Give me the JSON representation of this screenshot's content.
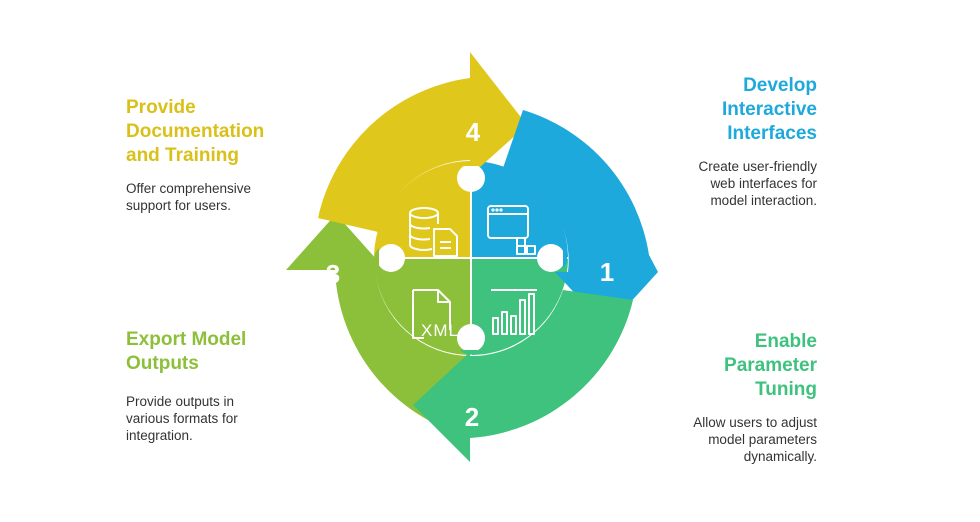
{
  "steps": [
    {
      "number": "1",
      "title_lines": [
        "Develop",
        "Interactive",
        "Interfaces"
      ],
      "desc_lines": [
        "Create user-friendly",
        "web interfaces for",
        "model interaction."
      ],
      "color": "#1EA9DC",
      "icon": "browser-window-icon"
    },
    {
      "number": "2",
      "title_lines": [
        "Enable",
        "Parameter",
        "Tuning"
      ],
      "desc_lines": [
        "Allow users to adjust",
        "model parameters",
        "dynamically."
      ],
      "color": "#3EC27E",
      "icon": "bar-chart-icon"
    },
    {
      "number": "3",
      "title_lines": [
        "Export Model",
        "Outputs"
      ],
      "desc_lines": [
        "Provide outputs in",
        "various formats for",
        "integration."
      ],
      "color": "#8DC03A",
      "icon": "xml-file-icon",
      "icon_text": "XML"
    },
    {
      "number": "4",
      "title_lines": [
        "Provide",
        "Documentation",
        "and Training"
      ],
      "desc_lines": [
        "Offer comprehensive",
        "support for users."
      ],
      "color": "#E0C71B",
      "icon": "database-document-icon"
    }
  ],
  "colors": {
    "step1_title": "#1EA9DC",
    "step2_title": "#3EC27E",
    "step3_title": "#8DC03A",
    "step4_title": "#D9C11A",
    "description": "#333333",
    "icon_stroke": "#ffffff"
  }
}
